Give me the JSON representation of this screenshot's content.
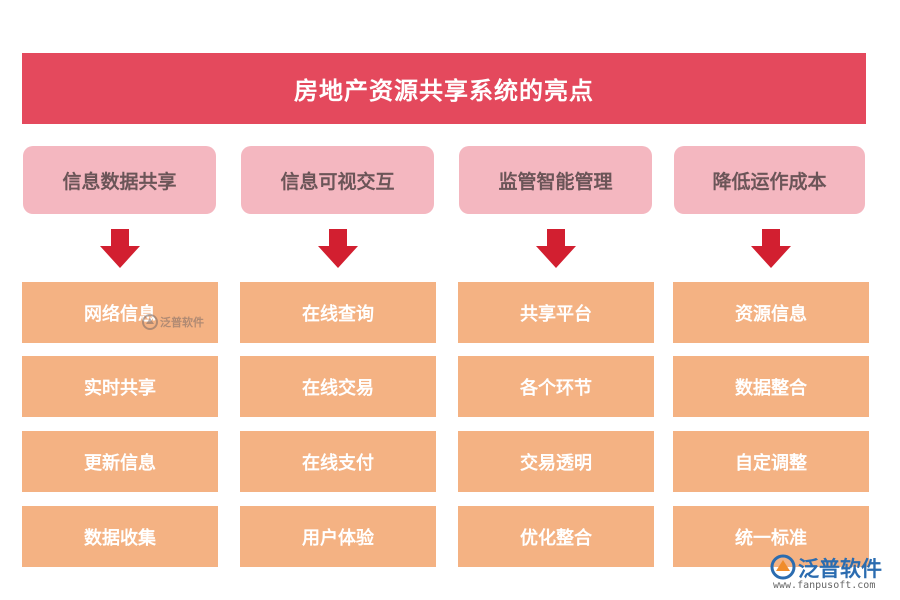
{
  "title": "房地产资源共享系统的亮点",
  "colors": {
    "title_bg": "#e4495d",
    "header_bg": "#f4b7c0",
    "item_bg": "#f4b283",
    "arrow": "#d21f30"
  },
  "columns": [
    {
      "header": "信息数据共享",
      "items": [
        "网络信息",
        "实时共享",
        "更新信息",
        "数据收集"
      ]
    },
    {
      "header": "信息可视交互",
      "items": [
        "在线查询",
        "在线交易",
        "在线支付",
        "用户体验"
      ]
    },
    {
      "header": "监管智能管理",
      "items": [
        "共享平台",
        "各个环节",
        "交易透明",
        "优化整合"
      ]
    },
    {
      "header": "降低运作成本",
      "items": [
        "资源信息",
        "数据整合",
        "自定调整",
        "统一标准"
      ]
    }
  ],
  "watermark": {
    "text": "泛普软件"
  },
  "logo": {
    "name": "泛普软件",
    "url": "www.fanpusoft.com"
  }
}
